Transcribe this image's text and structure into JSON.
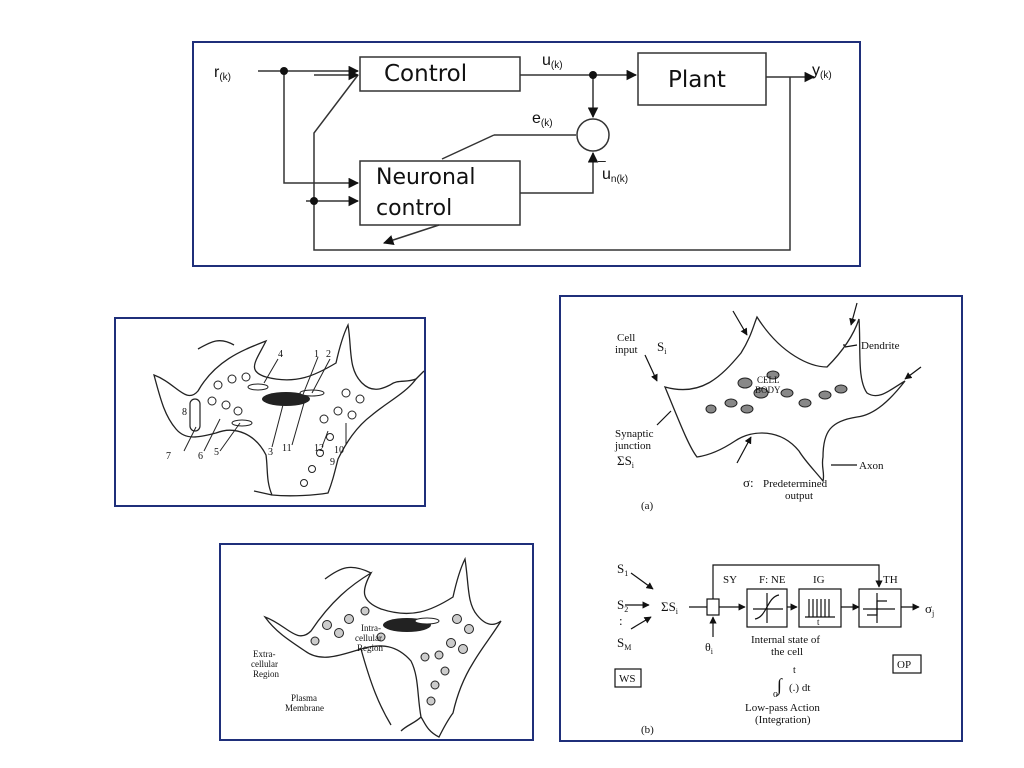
{
  "control_diagram": {
    "r": "r",
    "r_sub": "(k)",
    "u": "u",
    "u_sub": "(k)",
    "y": "y",
    "y_sub": "(k)",
    "e": "e",
    "e_sub": "(k)",
    "un": "u",
    "un_sub": "n(k)",
    "control": "Control",
    "plant": "Plant",
    "neuronal_1": "Neuronal",
    "neuronal_2": "control"
  },
  "neuron_numbered": {
    "labels": [
      "4",
      "1",
      "2",
      "8",
      "7",
      "6",
      "5",
      "3",
      "11",
      "12",
      "10",
      "9"
    ]
  },
  "neuron_regions": {
    "intra_1": "Intra-",
    "intra_2": "cellular",
    "intra_3": "Region",
    "extra_1": "Extra-",
    "extra_2": "cellular",
    "extra_3": "Region",
    "plasma_1": "Plasma",
    "plasma_2": "Membrane"
  },
  "cell_model": {
    "cell_input_1": "Cell",
    "cell_input_2": "input",
    "s_i": "S",
    "s_i_sub": "i",
    "dendrite": "Dendrite",
    "cell_body_1": "CELL",
    "cell_body_2": "BODY",
    "synaptic_1": "Synaptic",
    "synaptic_2": "junction",
    "sum_si": "ΣS",
    "sum_si_sub": "i",
    "axon": "Axon",
    "sigma_label": "σ:",
    "predetermined_1": "Predetermined",
    "predetermined_2": "output",
    "caption_a": "(a)",
    "s1": "S",
    "s1_sub": "1",
    "s2": "S",
    "s2_sub": "2",
    "sm": "S",
    "sm_sub": "M",
    "sum2": "ΣS",
    "sum2_sub": "i",
    "sy": "SY",
    "f_ne": "F: NE",
    "ig": "IG",
    "th": "TH",
    "t1": "t",
    "sigma_j": "σ",
    "sigma_j_sub": "j",
    "theta": "θ",
    "theta_sub": "i",
    "internal_1": "Internal state of",
    "internal_2": "the cell",
    "ws": "WS",
    "op": "OP",
    "integral_t": "t",
    "integral_0": "o",
    "integral_body": "(.) dt",
    "lowpass_1": "Low-pass Action",
    "lowpass_2": "(Integration)",
    "caption_b": "(b)"
  }
}
